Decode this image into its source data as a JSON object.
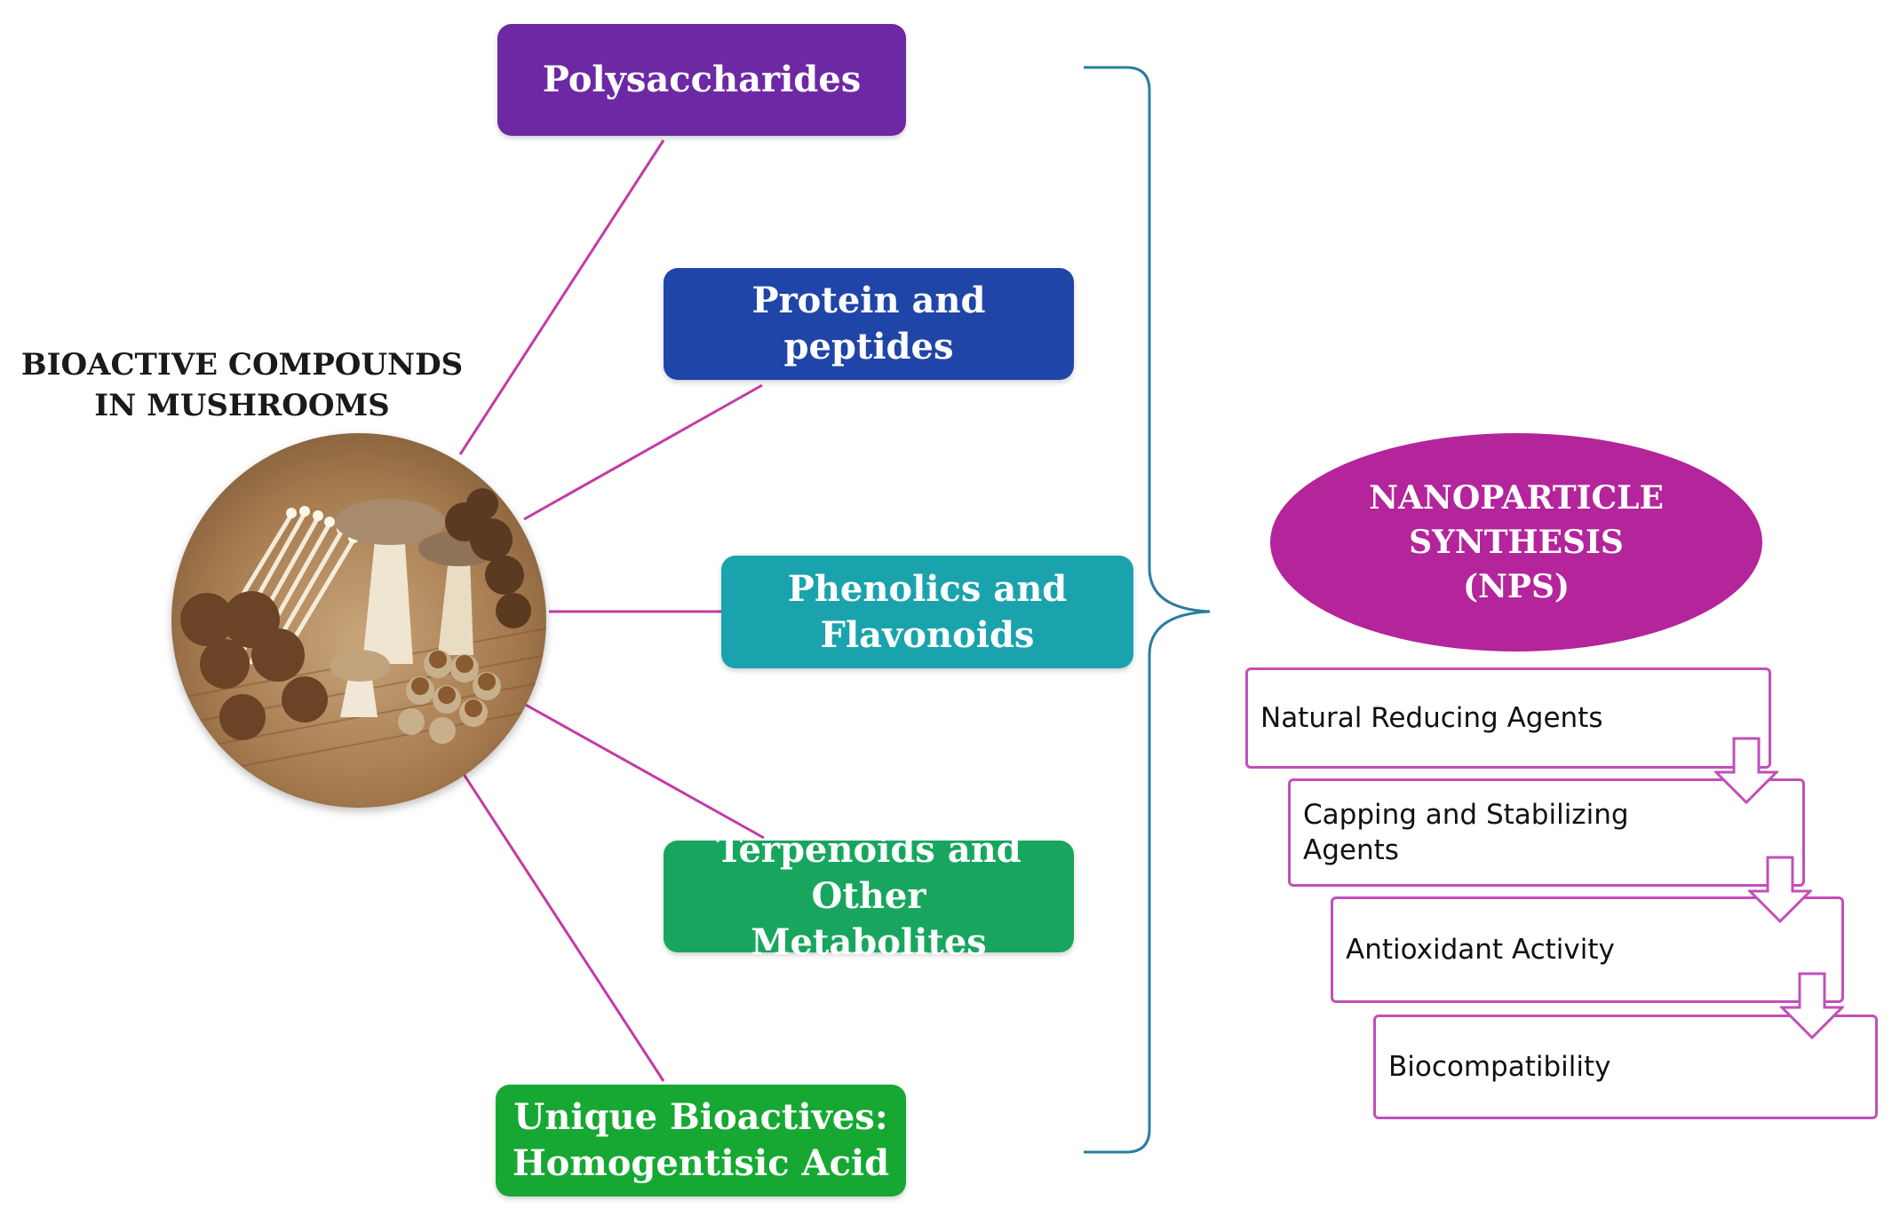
{
  "title": {
    "line1": "BIOACTIVE COMPOUNDS",
    "line2": "IN MUSHROOMS"
  },
  "compounds": [
    {
      "lines": [
        "Polysaccharides"
      ],
      "color": "#6d28a3"
    },
    {
      "lines": [
        "Protein and peptides"
      ],
      "color": "#1f45a8"
    },
    {
      "lines": [
        "Phenolics and",
        "Flavonoids"
      ],
      "color": "#1aa3ad"
    },
    {
      "lines": [
        "Terpenoids and Other",
        "Metabolites"
      ],
      "color": "#18a65e"
    },
    {
      "lines": [
        "Unique Bioactives:",
        "Homogentisic Acid"
      ],
      "color": "#16a832"
    }
  ],
  "nps": {
    "lines": [
      "NANOPARTICLE",
      "SYNTHESIS",
      "(NPS)"
    ],
    "color": "#b4249b"
  },
  "steps": [
    {
      "lines": [
        "Natural Reducing Agents"
      ]
    },
    {
      "lines": [
        "Capping and Stabilizing",
        "Agents"
      ]
    },
    {
      "lines": [
        "Antioxidant Activity"
      ]
    },
    {
      "lines": [
        "Biocompatibility"
      ]
    }
  ],
  "colors": {
    "connector": "#c23aa8",
    "brace": "#2a7da0",
    "step_border": "#c24fb8"
  },
  "image": {
    "subject": "mushrooms-on-basket"
  }
}
